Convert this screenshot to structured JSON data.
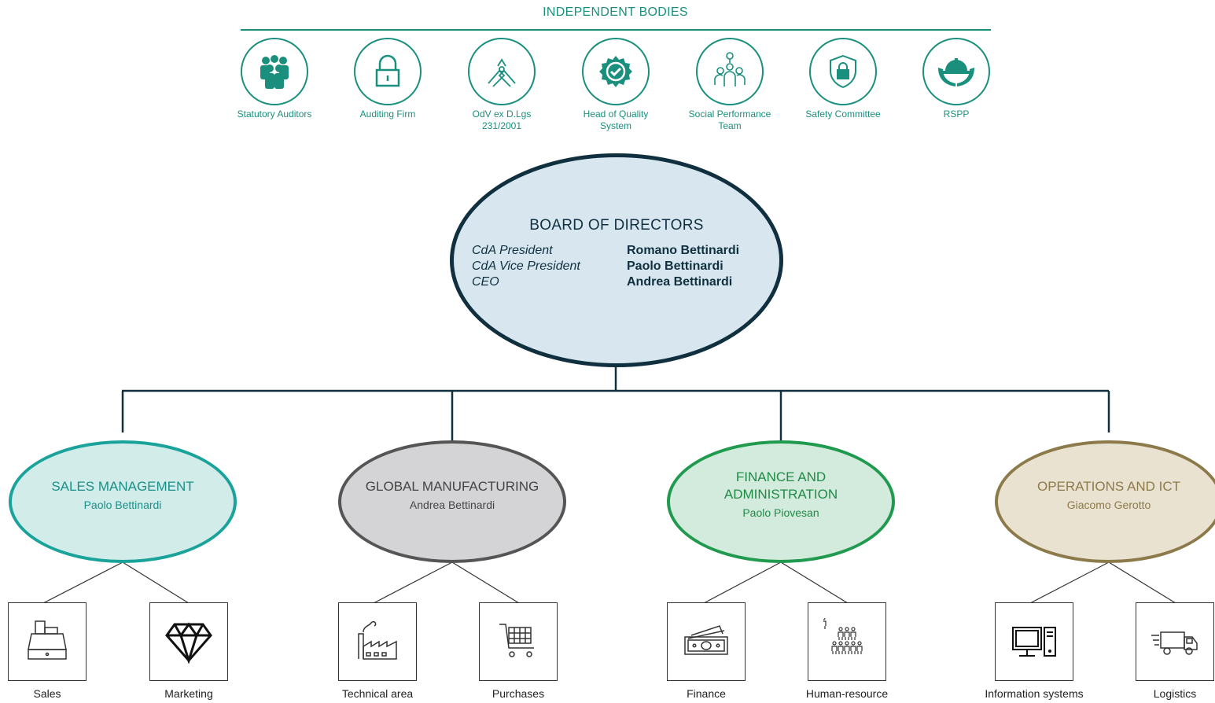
{
  "independent_bodies": {
    "title": "INDEPENDENT BODIES",
    "items": [
      {
        "label": "Statutory Auditors",
        "icon": "group-of-people-icon"
      },
      {
        "label": "Auditing Firm",
        "icon": "padlock-icon"
      },
      {
        "label": "OdV ex D.Lgs 231/2001",
        "icon": "joined-hands-icon"
      },
      {
        "label": "Head of Quality System",
        "icon": "quality-badge-check-icon"
      },
      {
        "label": "Social Performance Team",
        "icon": "team-network-icon"
      },
      {
        "label": "Safety Committee",
        "icon": "shield-lock-icon"
      },
      {
        "label": "RSPP",
        "icon": "helmet-in-hands-icon"
      }
    ]
  },
  "board": {
    "title": "BOARD OF DIRECTORS",
    "rows": [
      {
        "role": "CdA President",
        "name": "Romano Bettinardi"
      },
      {
        "role": "CdA Vice President",
        "name": "Paolo Bettinardi"
      },
      {
        "role": "CEO",
        "name": "Andrea Bettinardi"
      }
    ]
  },
  "departments": [
    {
      "title": "SALES MANAGEMENT",
      "person": "Paolo Bettinardi",
      "color": "#1aa39b",
      "fill": "#d2ecea",
      "units": [
        {
          "label": "Sales",
          "icon": "cash-register-icon"
        },
        {
          "label": "Marketing",
          "icon": "diamond-icon"
        }
      ]
    },
    {
      "title": "GLOBAL MANUFACTURING",
      "person": "Andrea Bettinardi",
      "color": "#555555",
      "fill": "#d4d4d6",
      "units": [
        {
          "label": "Technical area",
          "icon": "factory-icon"
        },
        {
          "label": "Purchases",
          "icon": "shopping-cart-icon"
        }
      ]
    },
    {
      "title": "FINANCE AND ADMINISTRATION",
      "title_line1": "FINANCE AND",
      "title_line2": "ADMINISTRATION",
      "person": "Paolo Piovesan",
      "color": "#1f9a4e",
      "fill": "#d3ebdc",
      "units": [
        {
          "label": "Finance",
          "icon": "banknotes-icon"
        },
        {
          "label": "Human-resource",
          "icon": "people-crowd-icon"
        }
      ]
    },
    {
      "title": "OPERATIONS AND ICT",
      "person": "Giacomo Gerotto",
      "color": "#8c7a4a",
      "fill": "#e9e2d1",
      "units": [
        {
          "label": "Information systems",
          "icon": "computer-icon"
        },
        {
          "label": "Logistics",
          "icon": "delivery-truck-icon"
        }
      ]
    }
  ],
  "colors": {
    "teal": "#1a8f7e",
    "navy": "#10303f"
  }
}
